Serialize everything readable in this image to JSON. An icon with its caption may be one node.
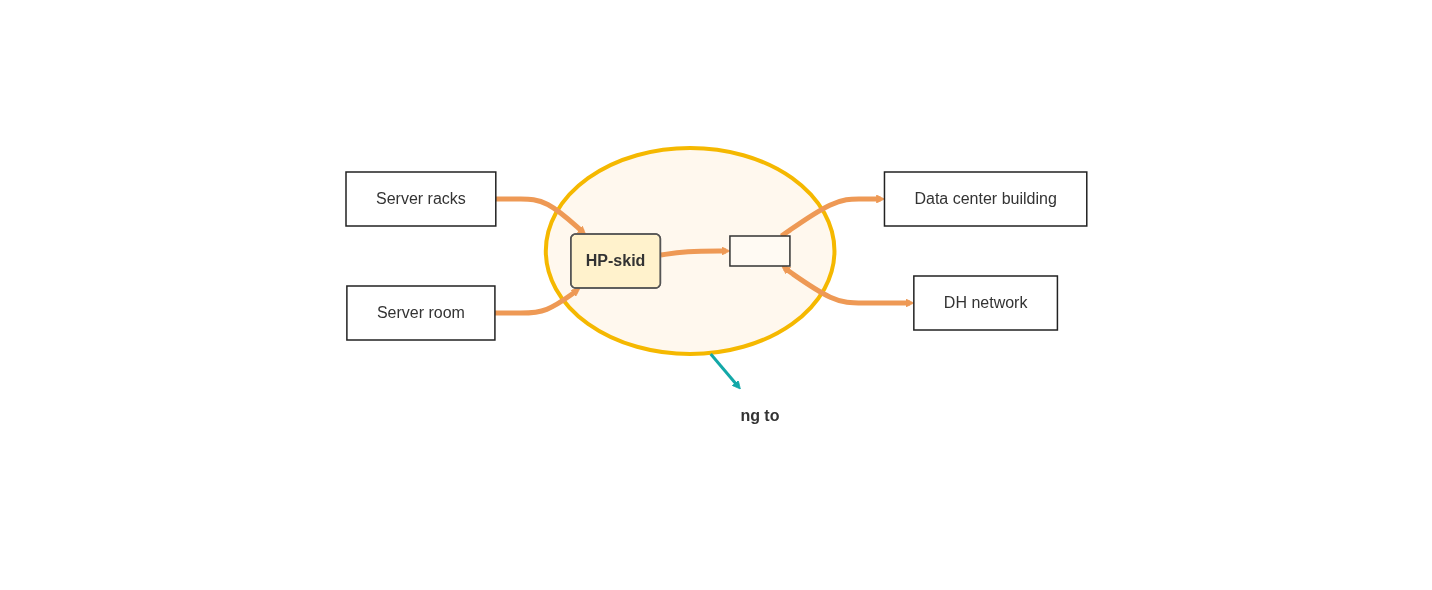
{
  "diagram": {
    "nodes": [
      {
        "text": [
          "Server racks"
        ]
      },
      {
        "text": [
          "Server room"
        ]
      },
      {
        "text": [],
        "shape": "ellipse"
      },
      {
        "text": [
          "HP-skid"
        ],
        "in": 2
      },
      {
        "text": [],
        "shape": "box",
        "in": 2
      },
      {
        "text": [
          "Data center building"
        ]
      },
      {
        "text": [
          "DH network"
        ]
      },
      {
        "text": [
          "ng to"
        ]
      }
    ],
    "edges": [
      {
        "from": 0,
        "to": 3,
        "arrow": "to"
      },
      {
        "from": 1,
        "to": 3,
        "arrow": "to"
      },
      {
        "from": 3,
        "to": 4,
        "arrow": "to"
      },
      {
        "from": 4,
        "to": 5,
        "arrow": "to"
      },
      {
        "from": 4,
        "to": 6,
        "arrow": "both"
      },
      {
        "from": 2,
        "to": 7,
        "arrow": "to",
        "color": "#13a8a8"
      }
    ]
  }
}
